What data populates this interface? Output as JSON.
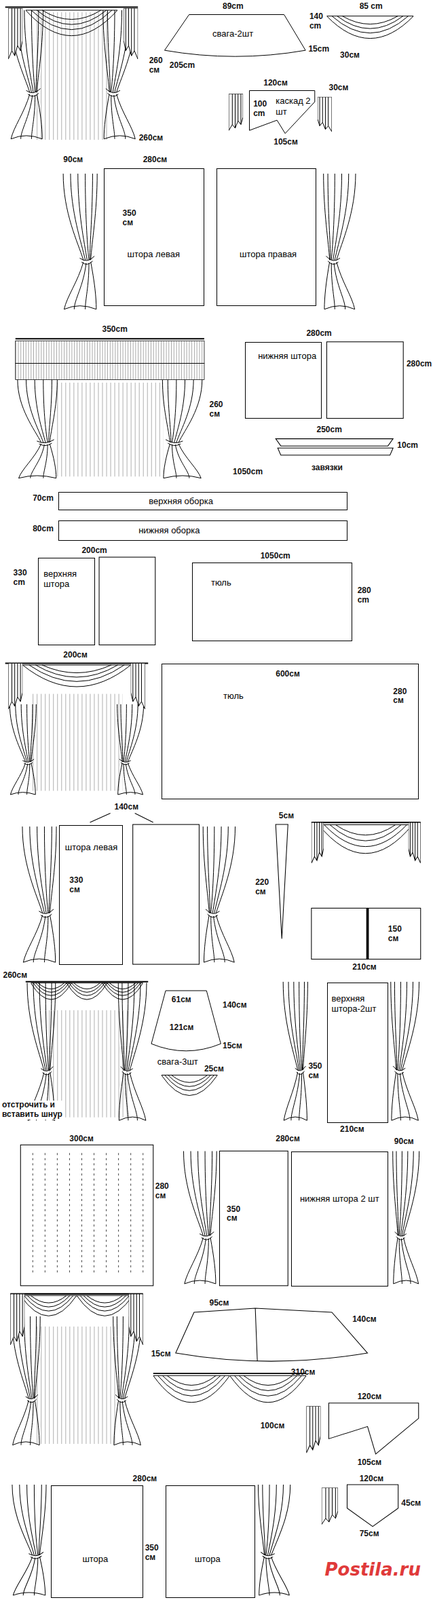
{
  "diagram": {
    "nodes": [
      {
        "text": [
          "свага-2шт"
        ]
      },
      {
        "text": [
          "каскад 2 шт"
        ]
      },
      {
        "text": [
          "штора левая"
        ]
      },
      {
        "text": [
          "штора правая"
        ]
      },
      {
        "text": [
          "нижняя штора"
        ]
      },
      {
        "text": [
          "верхняя оборка"
        ]
      },
      {
        "text": [
          "нижняя оборка"
        ]
      },
      {
        "text": [
          "верхняя штора"
        ]
      },
      {
        "text": [
          "тюль"
        ]
      },
      {
        "text": [
          "тюль"
        ]
      },
      {
        "text": [
          "штора левая"
        ]
      },
      {
        "text": [
          "свага-3шт"
        ]
      },
      {
        "text": [
          "верхняя штора-2шт"
        ]
      },
      {
        "text": [
          "нижняя штора 2 шт"
        ]
      },
      {
        "text": [
          "штора"
        ]
      },
      {
        "text": [
          "штора"
        ]
      }
    ],
    "labels": [
      "260 см",
      "89cm",
      "140 cm",
      "85 cm",
      "205cm",
      "15cm",
      "30см",
      "260см",
      "120см",
      "30см",
      "100 cm",
      "105см",
      "90см",
      "280см",
      "350 см",
      "350cm",
      "260 см",
      "280cm",
      "280cm",
      "250cm",
      "10cm",
      "1050cm",
      "завязки",
      "70cm",
      "80cm",
      "200cm",
      "330 cm",
      "1050cm",
      "280 cm",
      "200см",
      "600см",
      "280 см",
      "140см",
      "330 см",
      "5см",
      "220 см",
      "150 см",
      "210см",
      "260см",
      "отстрочить и вставить шнур",
      "61см",
      "121см",
      "140см",
      "15см",
      "25см",
      "350 см",
      "210см",
      "300см",
      "280 см",
      "280см",
      "90см",
      "350 см",
      "95см",
      "140см",
      "15см",
      "310см",
      "100см",
      "120см",
      "105см",
      "280см",
      "350 см",
      "120см",
      "45см",
      "75см",
      "Postila.ru"
    ]
  }
}
